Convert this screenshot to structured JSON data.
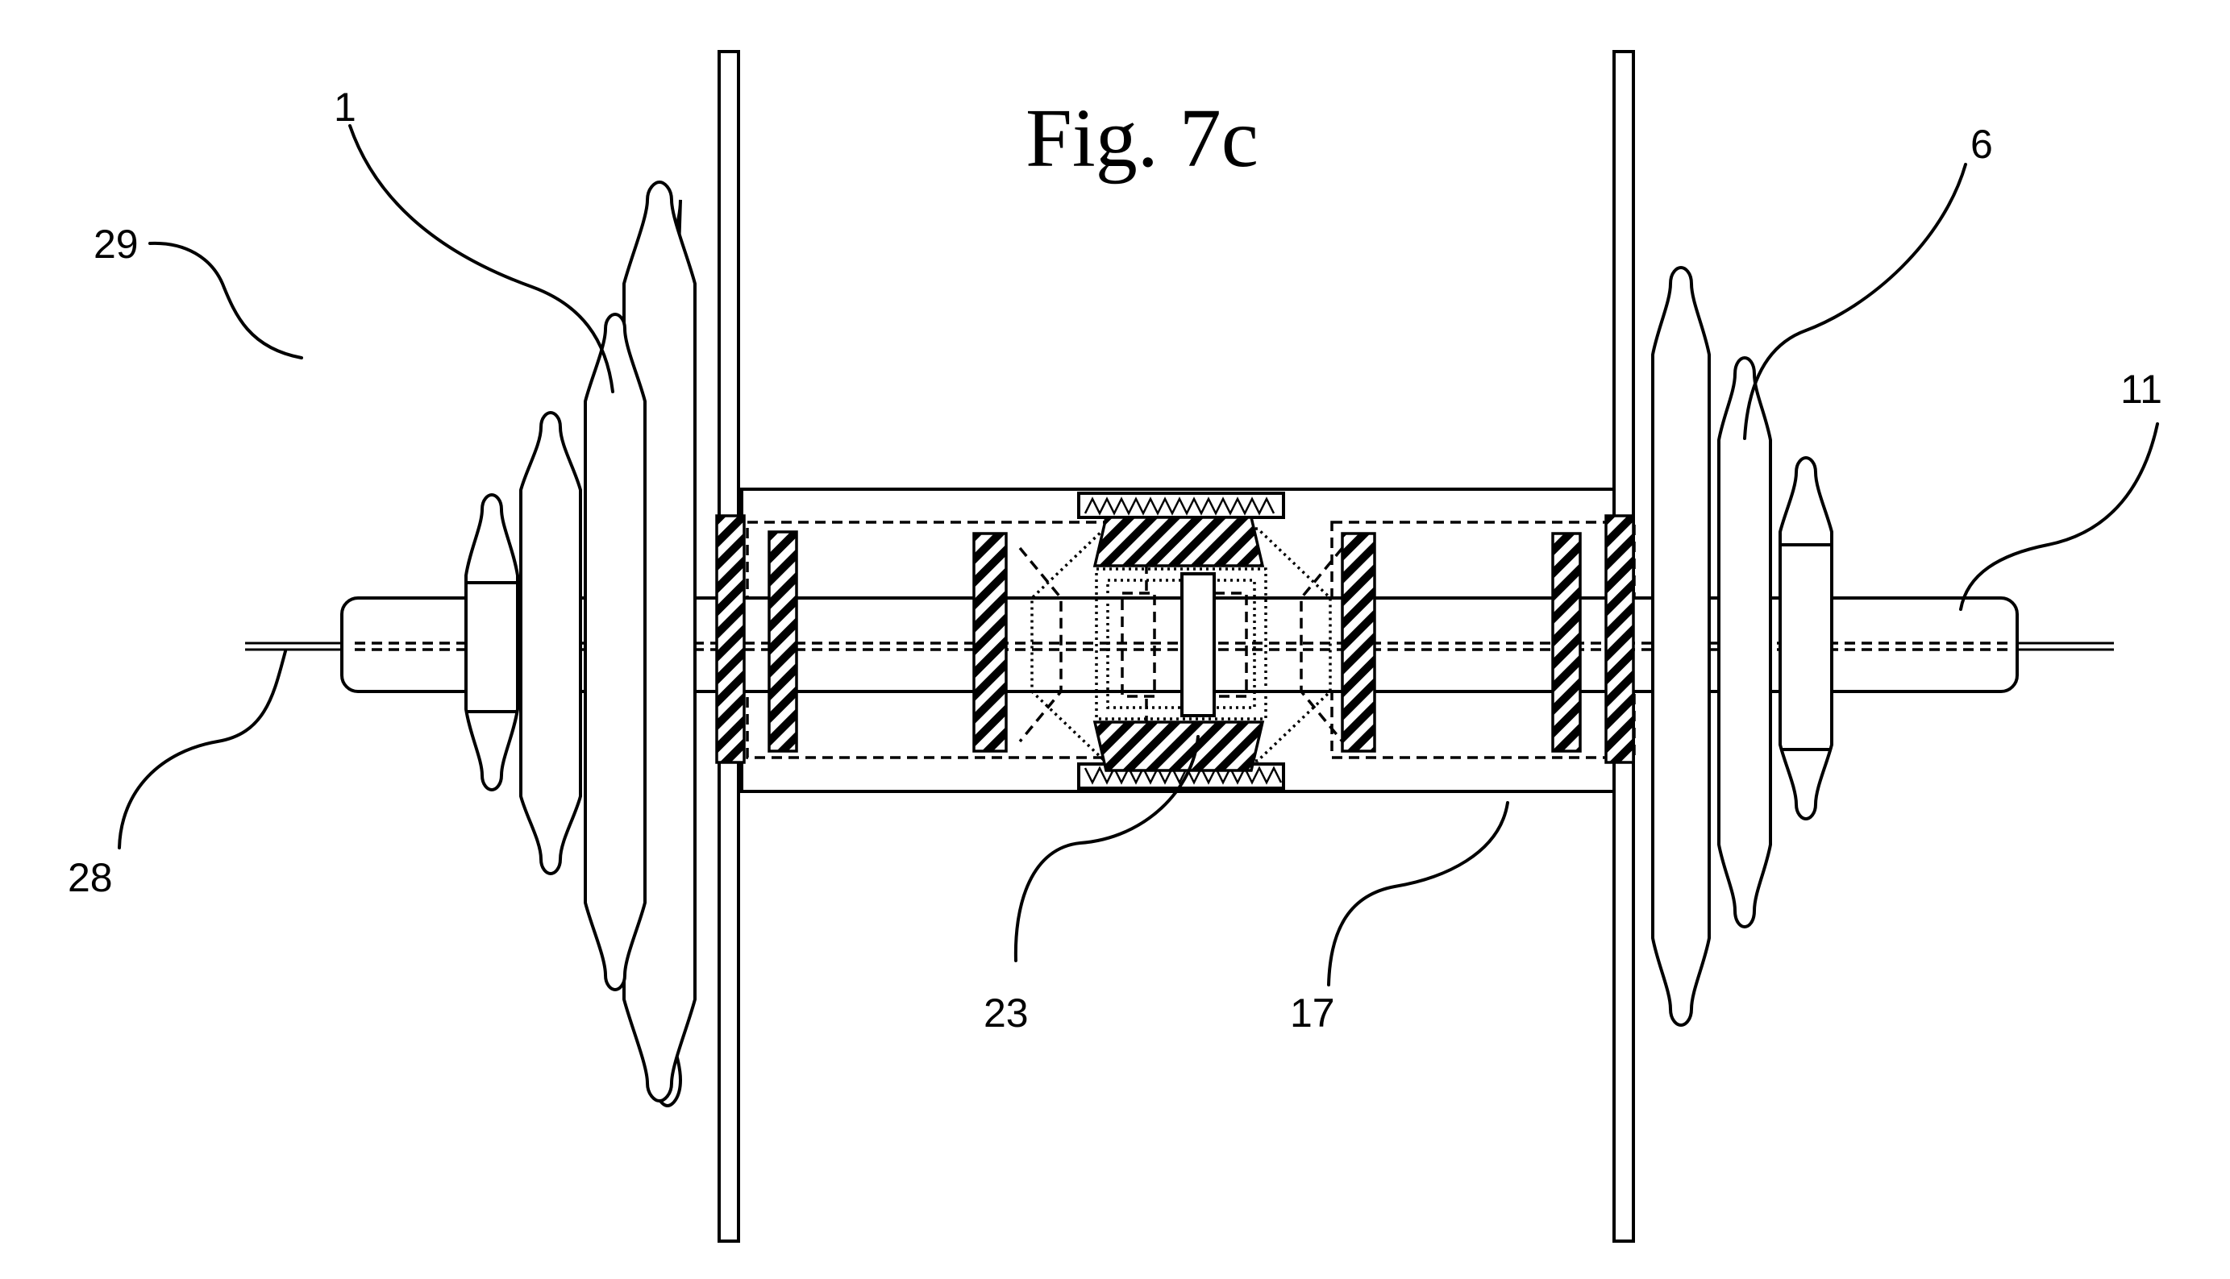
{
  "figure": {
    "title": "Fig. 7c",
    "labels": {
      "l1": "1",
      "l6": "6",
      "l11": "11",
      "l17": "17",
      "l23": "23",
      "l28": "28",
      "l29": "29"
    }
  }
}
